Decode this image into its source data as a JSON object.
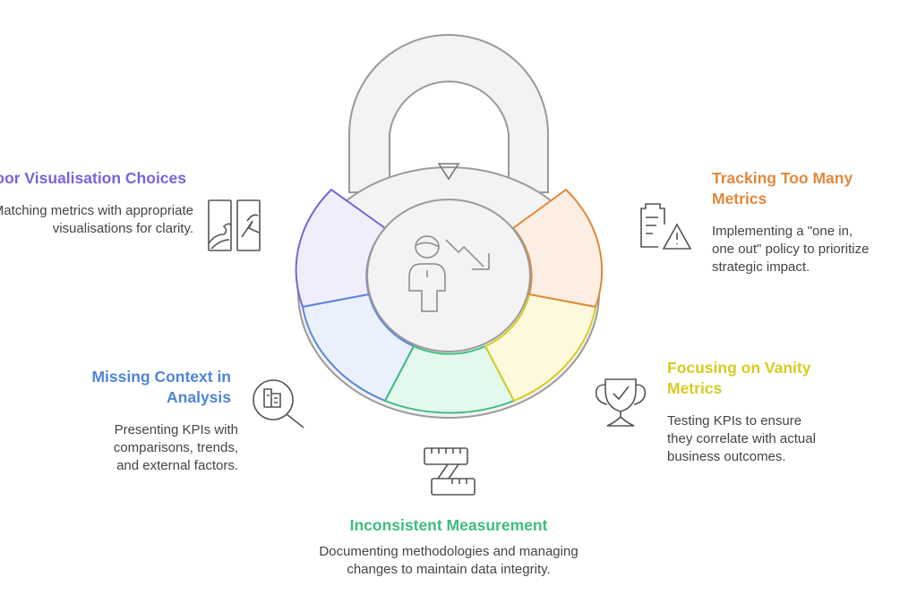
{
  "colors": {
    "purple": "#7b63d8",
    "orange": "#e0883a",
    "yellow": "#d6cc22",
    "blue": "#4f84d9",
    "green": "#3dbd80",
    "gray": "#9a9a9a"
  },
  "center_icon": "person-declining-chart-icon",
  "lock_indicator_icon": "triangle-down-icon",
  "items": [
    {
      "title": "Poor Visualisation Choices",
      "description": "Matching metrics with appropriate visualisations for clarity.",
      "icon": "chart-panels-icon",
      "color": "#7b63d8"
    },
    {
      "title": "Tracking Too Many Metrics",
      "description": "Implementing a \"one in, one out\" policy to prioritize strategic impact.",
      "icon": "clipboard-warning-icon",
      "color": "#e0883a"
    },
    {
      "title": "Missing Context in Analysis",
      "description": "Presenting KPIs with comparisons, trends, and external factors.",
      "icon": "magnifier-document-icon",
      "color": "#4f84d9"
    },
    {
      "title": "Focusing on Vanity Metrics",
      "description": "Testing KPIs to ensure they correlate with actual business outcomes.",
      "icon": "trophy-check-icon",
      "color": "#d6cc22"
    },
    {
      "title": "Inconsistent Measurement",
      "description": "Documenting methodologies and managing changes to maintain data integrity.",
      "icon": "measuring-tape-icon",
      "color": "#3dbd80"
    }
  ]
}
